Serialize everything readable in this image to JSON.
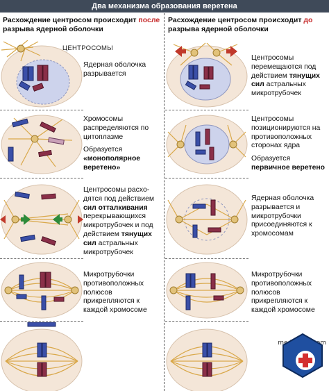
{
  "title": "Два механизма образования веретена",
  "columns": {
    "left": {
      "pre": "Расхождение центросом происходит ",
      "highlight": "после",
      "post": " разрыва ядерной оболочки"
    },
    "right": {
      "pre": "Расхождение центросом происходит ",
      "highlight": "до",
      "post": " разрыва ядерной оболочки"
    }
  },
  "labels": {
    "centrosomes": "ЦЕНТРОСОМЫ"
  },
  "left_steps": [
    {
      "text": "Ядерная оболочка разрывается"
    },
    {
      "text": "Хромосомы распределяются по цитоплазме",
      "text2a": "Образуется ",
      "bold2": "«монополярное веретено»"
    },
    {
      "t1": "Центросомы расхо-дятся под действием ",
      "b1": "сил отталкивания",
      "t2": " перекрывающихся микротрубочек и под действием ",
      "b2": "тянущих сил",
      "t3": " астральных микротрубочек"
    },
    {
      "text": "Микротрубочки противоположных полюсов прикрепляются к каждой хромосоме"
    }
  ],
  "right_steps": [
    {
      "t1": "Центросомы перемещаются под действием ",
      "b1": "тянущих сил",
      "t2": " астральных микротрубочек"
    },
    {
      "text": "Центросомы позиционируются на противоположных сторонах ядра",
      "text2a": "Образуется ",
      "bold2": "первичное веретено"
    },
    {
      "text": "Ядерная оболочка разрывается и микротрубочки присоединяются к хромосомам"
    },
    {
      "text": "Микротрубочки противоположных полюсов прикрепляются к каждой хромосоме"
    }
  ],
  "watermark": "meduniver.com",
  "colors": {
    "titlebar": "#3f4a59",
    "highlight": "#c62828",
    "cell": "#f4e6d8",
    "nucleus": "#cdd3ec",
    "chrom_blue": "#3a4fa8",
    "chrom_red": "#8a2f48",
    "arrow_red": "#c0392b",
    "arrow_green": "#2e8b3a"
  }
}
